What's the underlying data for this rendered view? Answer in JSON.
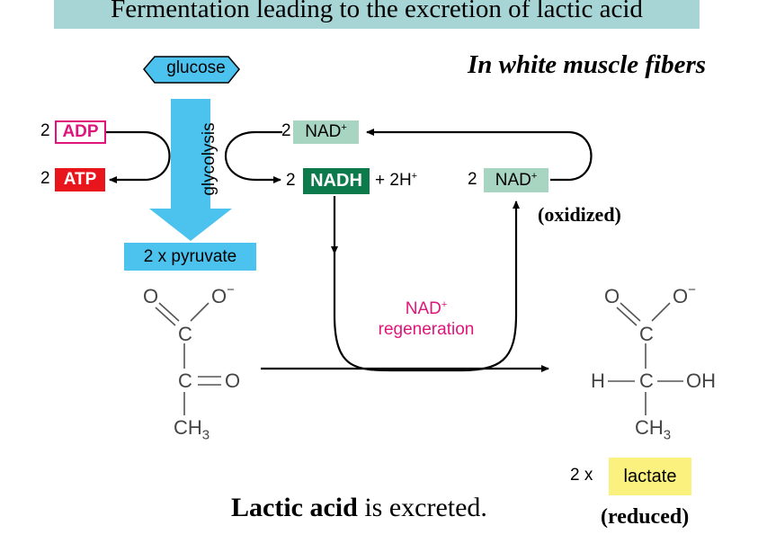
{
  "title": "Fermentation leading to the excretion of lactic acid",
  "subtitle": "In white muscle fibers",
  "glucose": "glucose",
  "glycolysis": "glycolysis",
  "adp": {
    "coef": "2",
    "label": "ADP"
  },
  "atp": {
    "coef": "2",
    "label": "ATP"
  },
  "nad_top": {
    "coef": "2",
    "label": "NAD",
    "sup": "+"
  },
  "nadh": {
    "coef": "2",
    "label": "NADH",
    "extra": "+ 2H",
    "extra_sup": "+"
  },
  "nad_right": {
    "coef": "2",
    "label": "NAD",
    "sup": "+"
  },
  "oxidized": "(oxidized)",
  "pyruvate": "2 x pyruvate",
  "regeneration": {
    "line1": "NAD",
    "line1_sup": "+",
    "line2": "regeneration"
  },
  "pyruvate_struct": {
    "o_left": "O",
    "o_right": "O",
    "o_charge": "−",
    "c_top": "C",
    "c_mid": "C",
    "o_double": "O",
    "ch3": "CH",
    "ch3_sub": "3"
  },
  "lactate_struct": {
    "o_left": "O",
    "o_right": "O",
    "o_charge": "−",
    "c_top": "C",
    "c_mid": "C",
    "h": "H",
    "oh": "OH",
    "ch3": "CH",
    "ch3_sub": "3"
  },
  "lactate": {
    "coef": "2 x",
    "label": "lactate"
  },
  "reduced": "(reduced)",
  "caption": {
    "bold": "Lactic acid",
    "rest": " is excreted."
  },
  "colors": {
    "title_band": "#a7d5d6",
    "glucose_fill": "#4cc3ee",
    "glycolysis_arrow": "#4cc3ee",
    "adp": "#e0157b",
    "atp": "#e8151c",
    "nad_fill": "#a7d5c1",
    "nadh_fill": "#0d7a4b",
    "pyruvate_fill": "#4cc3ee",
    "lactate_fill": "#fbf17f",
    "regeneration_text": "#e0157b"
  }
}
